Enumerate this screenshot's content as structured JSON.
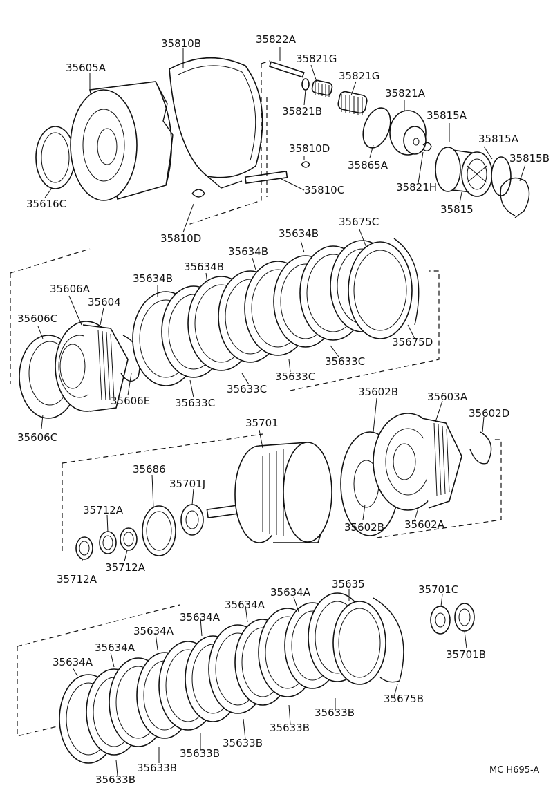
{
  "footer_code": "MC  H695-A",
  "labels": {
    "l35605A": "35605A",
    "l35810B": "35810B",
    "l35822A": "35822A",
    "l35821G_1": "35821G",
    "l35821G_2": "35821G",
    "l35821A": "35821A",
    "l35821B": "35821B",
    "l35815A_1": "35815A",
    "l35815A_2": "35815A",
    "l35815B": "35815B",
    "l35865A": "35865A",
    "l35810D_1": "35810D",
    "l35821H": "35821H",
    "l35815": "35815",
    "l35616C": "35616C",
    "l35810C": "35810C",
    "l35810D_2": "35810D",
    "l35675C": "35675C",
    "l35634B_1": "35634B",
    "l35634B_2": "35634B",
    "l35634B_3": "35634B",
    "l35634B_4": "35634B",
    "l35606A": "35606A",
    "l35604": "35604",
    "l35606C_1": "35606C",
    "l35675D": "35675D",
    "l35633C_1": "35633C",
    "l35633C_2": "35633C",
    "l35633C_3": "35633C",
    "l35633C_4": "35633C",
    "l35606E": "35606E",
    "l35606C_2": "35606C",
    "l35701": "35701",
    "l35602B_1": "35602B",
    "l35603A": "35603A",
    "l35602D": "35602D",
    "l35686": "35686",
    "l35701J": "35701J",
    "l35712A_1": "35712A",
    "l35712A_2": "35712A",
    "l35712A_3": "35712A",
    "l35602B_2": "35602B",
    "l35602A": "35602A",
    "l35635": "35635",
    "l35634A_1": "35634A",
    "l35634A_2": "35634A",
    "l35634A_3": "35634A",
    "l35634A_4": "35634A",
    "l35634A_5": "35634A",
    "l35634A_6": "35634A",
    "l35701C": "35701C",
    "l35701B": "35701B",
    "l35675B": "35675B",
    "l35633B_1": "35633B",
    "l35633B_2": "35633B",
    "l35633B_3": "35633B",
    "l35633B_4": "35633B",
    "l35633B_5": "35633B",
    "l35633B_6": "35633B"
  }
}
